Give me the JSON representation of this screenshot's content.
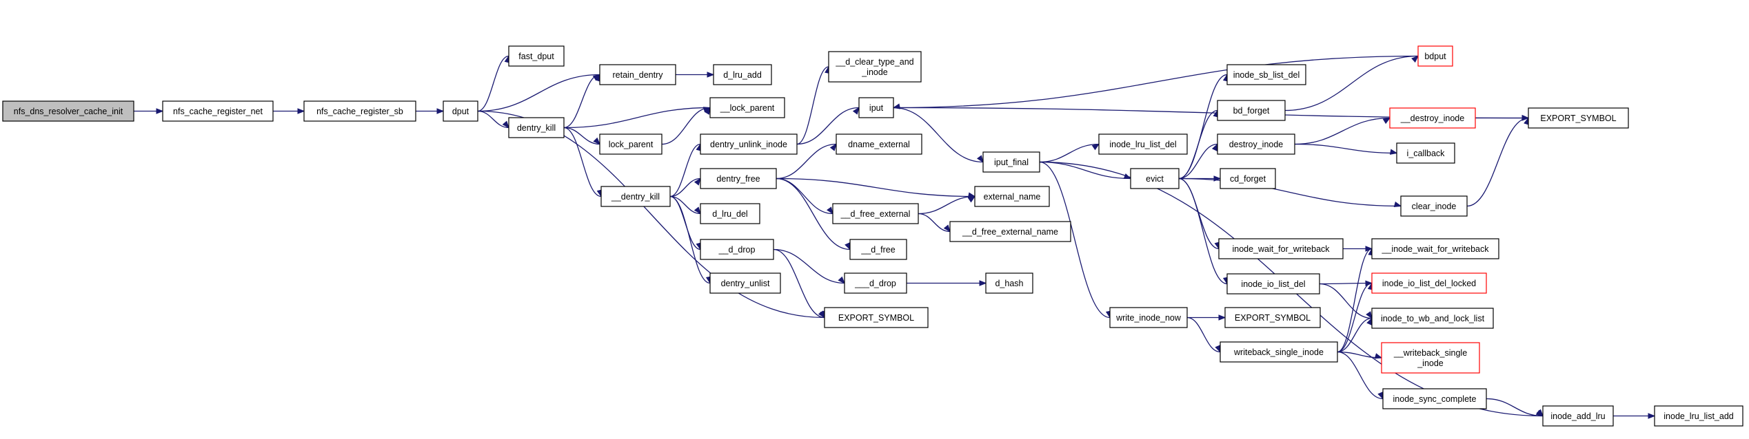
{
  "nodes": [
    {
      "id": "n0",
      "lines": [
        "nfs_dns_resolver_cache_init"
      ],
      "root": true
    },
    {
      "id": "n1",
      "lines": [
        "nfs_cache_register_net"
      ]
    },
    {
      "id": "n2",
      "lines": [
        "nfs_cache_register_sb"
      ]
    },
    {
      "id": "n3",
      "lines": [
        "dput"
      ]
    },
    {
      "id": "n4",
      "lines": [
        "fast_dput"
      ]
    },
    {
      "id": "n5",
      "lines": [
        "retain_dentry"
      ]
    },
    {
      "id": "n6",
      "lines": [
        "d_lru_add"
      ]
    },
    {
      "id": "n7",
      "lines": [
        "dentry_kill"
      ]
    },
    {
      "id": "n8",
      "lines": [
        "__lock_parent"
      ]
    },
    {
      "id": "n9",
      "lines": [
        "lock_parent"
      ]
    },
    {
      "id": "n10",
      "lines": [
        "__dentry_kill"
      ]
    },
    {
      "id": "n11",
      "lines": [
        "EXPORT_SYMBOL"
      ]
    },
    {
      "id": "n12",
      "lines": [
        "dentry_unlink_inode"
      ]
    },
    {
      "id": "n13",
      "lines": [
        "__d_clear_type_and",
        "_inode"
      ]
    },
    {
      "id": "n14",
      "lines": [
        "iput"
      ]
    },
    {
      "id": "n15",
      "lines": [
        "dentry_free"
      ]
    },
    {
      "id": "n16",
      "lines": [
        "dname_external"
      ]
    },
    {
      "id": "n17",
      "lines": [
        "d_lru_del"
      ]
    },
    {
      "id": "n18",
      "lines": [
        "__d_free_external"
      ]
    },
    {
      "id": "n19",
      "lines": [
        "external_name"
      ]
    },
    {
      "id": "n20",
      "lines": [
        "__d_free_external_name"
      ]
    },
    {
      "id": "n21",
      "lines": [
        "__d_free"
      ]
    },
    {
      "id": "n22",
      "lines": [
        "__d_drop"
      ]
    },
    {
      "id": "n23",
      "lines": [
        "___d_drop"
      ]
    },
    {
      "id": "n24",
      "lines": [
        "d_hash"
      ]
    },
    {
      "id": "n25",
      "lines": [
        "dentry_unlist"
      ]
    },
    {
      "id": "n26",
      "lines": [
        "iput_final"
      ]
    },
    {
      "id": "n27",
      "lines": [
        "inode_lru_list_del"
      ]
    },
    {
      "id": "n28",
      "lines": [
        "evict"
      ]
    },
    {
      "id": "n29",
      "lines": [
        "bdput"
      ],
      "red": true
    },
    {
      "id": "n30",
      "lines": [
        "inode_sb_list_del"
      ]
    },
    {
      "id": "n31",
      "lines": [
        "bd_forget"
      ]
    },
    {
      "id": "n32",
      "lines": [
        "destroy_inode"
      ]
    },
    {
      "id": "n33",
      "lines": [
        "__destroy_inode"
      ],
      "red": true
    },
    {
      "id": "n34",
      "lines": [
        "EXPORT_SYMBOL"
      ]
    },
    {
      "id": "n35",
      "lines": [
        "i_callback"
      ]
    },
    {
      "id": "n36",
      "lines": [
        "cd_forget"
      ]
    },
    {
      "id": "n37",
      "lines": [
        "clear_inode"
      ]
    },
    {
      "id": "n38",
      "lines": [
        "inode_wait_for_writeback"
      ]
    },
    {
      "id": "n39",
      "lines": [
        "__inode_wait_for_writeback"
      ]
    },
    {
      "id": "n40",
      "lines": [
        "inode_io_list_del"
      ]
    },
    {
      "id": "n41",
      "lines": [
        "inode_io_list_del_locked"
      ],
      "red": true
    },
    {
      "id": "n42",
      "lines": [
        "inode_to_wb_and_lock_list"
      ]
    },
    {
      "id": "n43",
      "lines": [
        "write_inode_now"
      ]
    },
    {
      "id": "n44",
      "lines": [
        "EXPORT_SYMBOL"
      ]
    },
    {
      "id": "n45",
      "lines": [
        "writeback_single_inode"
      ]
    },
    {
      "id": "n46",
      "lines": [
        "__writeback_single",
        "_inode"
      ],
      "red": true
    },
    {
      "id": "n47",
      "lines": [
        "inode_sync_complete"
      ]
    },
    {
      "id": "n48",
      "lines": [
        "inode_add_lru"
      ]
    },
    {
      "id": "n49",
      "lines": [
        "inode_lru_list_add"
      ]
    }
  ],
  "edges": [
    [
      "n0",
      "n1"
    ],
    [
      "n1",
      "n2"
    ],
    [
      "n2",
      "n3"
    ],
    [
      "n3",
      "n4"
    ],
    [
      "n3",
      "n5"
    ],
    [
      "n3",
      "n7"
    ],
    [
      "n3",
      "n11"
    ],
    [
      "n5",
      "n6"
    ],
    [
      "n7",
      "n5"
    ],
    [
      "n7",
      "n8"
    ],
    [
      "n7",
      "n9"
    ],
    [
      "n7",
      "n10"
    ],
    [
      "n9",
      "n8"
    ],
    [
      "n10",
      "n12"
    ],
    [
      "n10",
      "n15"
    ],
    [
      "n10",
      "n17"
    ],
    [
      "n10",
      "n22"
    ],
    [
      "n10",
      "n25"
    ],
    [
      "n12",
      "n13"
    ],
    [
      "n12",
      "n14"
    ],
    [
      "n14",
      "n34"
    ],
    [
      "n14",
      "n26"
    ],
    [
      "n15",
      "n16"
    ],
    [
      "n15",
      "n19"
    ],
    [
      "n15",
      "n18"
    ],
    [
      "n15",
      "n21"
    ],
    [
      "n18",
      "n19"
    ],
    [
      "n18",
      "n20"
    ],
    [
      "n22",
      "n23"
    ],
    [
      "n22",
      "n11"
    ],
    [
      "n23",
      "n24"
    ],
    [
      "n26",
      "n27"
    ],
    [
      "n26",
      "n28"
    ],
    [
      "n26",
      "n43"
    ],
    [
      "n26",
      "n48"
    ],
    [
      "n28",
      "n30"
    ],
    [
      "n28",
      "n31"
    ],
    [
      "n28",
      "n32"
    ],
    [
      "n28",
      "n36"
    ],
    [
      "n28",
      "n37"
    ],
    [
      "n28",
      "n38"
    ],
    [
      "n28",
      "n40"
    ],
    [
      "n29",
      "n14"
    ],
    [
      "n31",
      "n29"
    ],
    [
      "n32",
      "n33"
    ],
    [
      "n32",
      "n35"
    ],
    [
      "n33",
      "n34"
    ],
    [
      "n37",
      "n34"
    ],
    [
      "n38",
      "n39"
    ],
    [
      "n40",
      "n41"
    ],
    [
      "n40",
      "n42"
    ],
    [
      "n43",
      "n44"
    ],
    [
      "n43",
      "n45"
    ],
    [
      "n45",
      "n39"
    ],
    [
      "n45",
      "n41"
    ],
    [
      "n45",
      "n42"
    ],
    [
      "n45",
      "n46"
    ],
    [
      "n45",
      "n47"
    ],
    [
      "n47",
      "n48"
    ],
    [
      "n48",
      "n49"
    ]
  ]
}
